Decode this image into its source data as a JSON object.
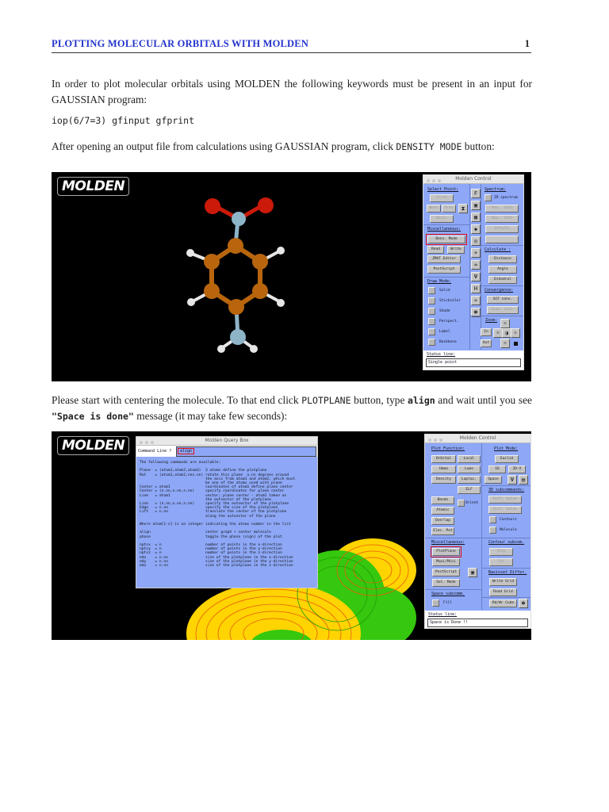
{
  "header": {
    "title": "PLOTTING MOLECULAR ORBITALS WITH MOLDEN",
    "page_number": "1"
  },
  "intro": {
    "text": "In order to plot molecular orbitals using MOLDEN the following keywords must be present in an input for GAUSSIAN program:"
  },
  "keywords_code": "iop(6/7=3) gfinput gfprint",
  "step1": {
    "before": "After opening an output file from calculations using GAUSSIAN program, click ",
    "button_name": "DENSITY MODE",
    "after": " button:"
  },
  "step2": {
    "part1": "Please start with centering the molecule. To that end click ",
    "button_name": "PLOTPLANE",
    "part2": " button, type ",
    "command": "align",
    "part3": " and wait until you see ",
    "message": "\"Space is done\"",
    "part4": " message (it may take few seconds):"
  },
  "screenshot1": {
    "logo": "MOLDEN",
    "control": {
      "title": "Molden Control",
      "select_point_label": "Select Point:",
      "select_point_buttons": [
        "First",
        "Next",
        "Prev",
        "Reslc"
      ],
      "spectrum_label": "Spectrum:",
      "spectrum_check": "IR spectrum",
      "spectrum_buttons": [
        "Shw.. Shfa",
        "Shw.. Shfa",
        "Shfa/Fa",
        ""
      ],
      "misc_label": "Miscellaneous:",
      "dens_mode": "Dens. Mode",
      "read": "Read",
      "write": "Write",
      "zmat_editor": "ZMAT Editor",
      "postscript": "PostScript",
      "calculate_label": "Calculate :",
      "calculate_buttons": [
        "Distance",
        "Angle",
        "Dihedral"
      ],
      "draw_mode_label": "Draw Mode:",
      "draw_mode_checks": [
        "Solid",
        "Stickcolor",
        "Shade",
        "Perspect.",
        "Label",
        "Backbone"
      ],
      "convergence_label": "Convergence:",
      "convergence_buttons": [
        "SCF conv.",
        "Geom. conv."
      ],
      "zoom_label": "Zoom:",
      "zoom_in": "In",
      "zoom_out": "Out",
      "status_label": "Status line:",
      "status_value": "Single point"
    }
  },
  "screenshot2": {
    "logo": "MOLDEN",
    "query_box": {
      "title": "Molden Query Box",
      "command_label": "Command Line ?",
      "command_value": "align",
      "help_text": "The following commands are available:\n\nPlane  = (atom1,atom2,atom3)  3 atoms define the plotplane\nRot    = (atom1,atom2,nnn.nn) rotate this plane  n.nn degrees around\n                              the axis from atom1 and atom2, which must\n                              be one of the atoms used with plane\nCenter = atom1                coordinates of atom1 define plane center\nCenter = (n.nn,n.nn,n.nn)     specify coordinates for plane center\nLine   = atom1                vector; plane center - atom1 taken as\n                              the outvector of the plotplane\nLine   = (n.nn,n.nn,n.nn)     specify the outvector of the plotplane\nEdge   = n.nn                 specify the size of the plotplane\nLift   = n.nn                 translate the center of the plotplane\n                              along the outvector of the plane\n\nWhere atom[1-n] is an integer indicating the atoms number in the list\n\nalign                         center graph + center molecule\nphase                         toggle the phase (sign) of the plot\n\nnptsx  = n                    number of points in the x-direction\nnptsy  = n                    number of points in the y-direction\nnptsz  = n                    number of points in the z-direction\nedx    = n.nn                 size of the plotplane in the x-direction\nedy    = n.nn                 size of the plotplane in the y-direction\nedz    = n.nn                 size of the plotplane in the z-direction"
    },
    "control": {
      "title": "Molden Control",
      "plot_function_label": "Plot Function:",
      "plot_function_buttons": [
        "Orbital",
        "Local",
        "Homo",
        "Lumo",
        "Density",
        "Laplac.",
        "ELF"
      ],
      "bonds": "Bonds",
      "atomic": "Atomic",
      "orient": "Orient",
      "overlap": "Overlap",
      "elec_pot": "Elec. Pot",
      "plot_mode_label": "Plot Mode:",
      "plot_mode_buttons": [
        "Euclid",
        "1D",
        "2D-X",
        "Space"
      ],
      "sub3d_label": "3D subcommands:",
      "sub3d_buttons": [
        "Diff. Value",
        "Diff. Value"
      ],
      "contours": "Contours",
      "molecule": "Molecule",
      "misc_label": "Miscellaneous:",
      "plotplane": "PlotPlane",
      "maxi_mini": "Maxi/Mini",
      "postscript": "PostScript",
      "sel_mode": "Sel. Mode",
      "contour_label": "Contour subcom.",
      "contour_buttons": [
        "Step",
        "Cut"
      ],
      "basisset_label": "Basisset Differ.",
      "write_grid": "Write Grid",
      "read_grid": "Read Grid",
      "space_label": "Space subcomm.",
      "fill": "Fill",
      "rdwr_cube": "Rd/Wr Cube",
      "status_label": "Status line:",
      "status_value": "Space is Done !!"
    }
  },
  "colors": {
    "header_blue": "#2233cc",
    "panel_blue": "#8ea8f7",
    "highlight_red": "#e01010",
    "carbon": "#b8650d",
    "oxygen": "#cc1a0a",
    "nitrogen": "#8eb4c8",
    "hydrogen": "#e6e6e6",
    "orbital_yellow": "#ffd400",
    "orbital_green": "#35c80e"
  }
}
